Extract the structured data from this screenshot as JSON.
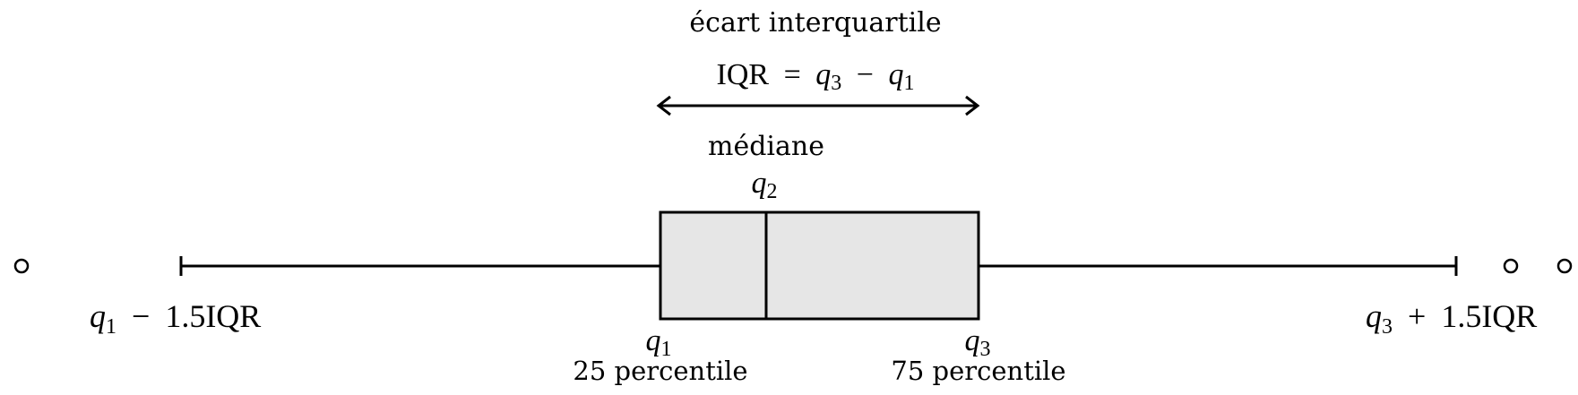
{
  "iqr": {
    "title": "écart interquartile",
    "formula_lhs": "IQR",
    "formula_eq": "=",
    "formula_rhs_a": "q",
    "formula_rhs_a_sub": "3",
    "formula_minus": "−",
    "formula_rhs_b": "q",
    "formula_rhs_b_sub": "1"
  },
  "median": {
    "label": "médiane",
    "symbol": "q",
    "symbol_sub": "2"
  },
  "q1": {
    "symbol": "q",
    "symbol_sub": "1",
    "percentile": "25 percentile"
  },
  "q3": {
    "symbol": "q",
    "symbol_sub": "3",
    "percentile": "75 percentile"
  },
  "lower_whisker": {
    "symbol": "q",
    "symbol_sub": "1",
    "op": "−",
    "coef": "1.5",
    "unit": "IQR"
  },
  "upper_whisker": {
    "symbol": "q",
    "symbol_sub": "3",
    "op": "+",
    "coef": "1.5",
    "unit": "IQR"
  },
  "colors": {
    "box_fill": "#e6e6e6",
    "line": "#000000",
    "background": "#ffffff"
  }
}
